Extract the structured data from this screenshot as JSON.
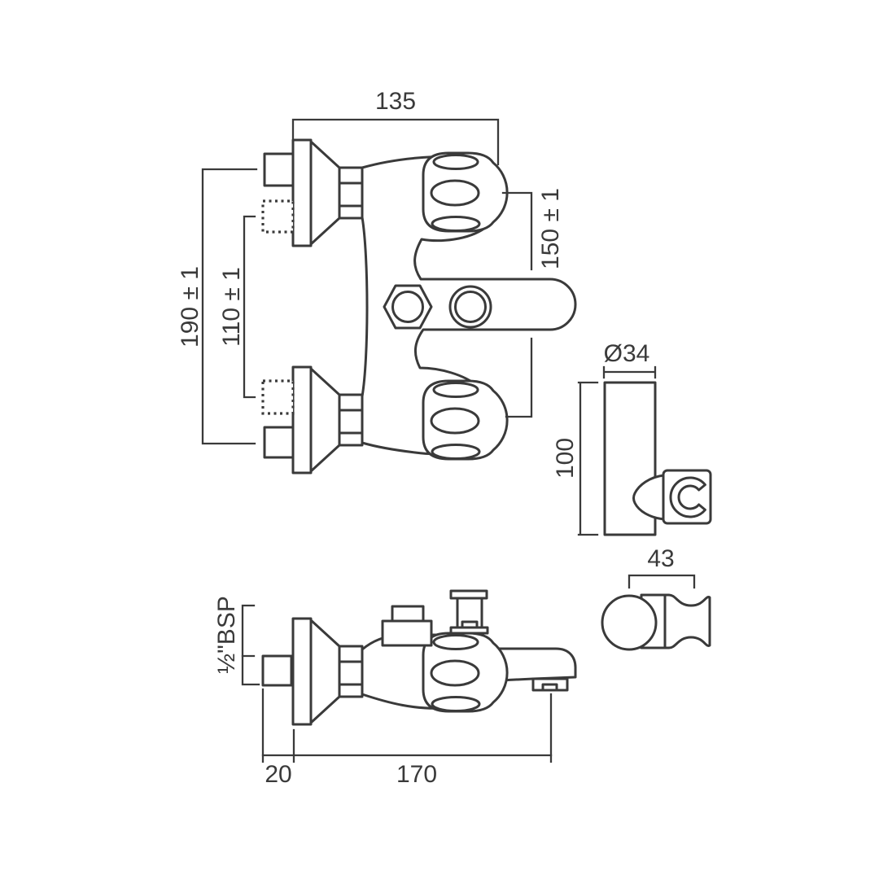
{
  "drawing": {
    "kind": "technical-dimension-drawing",
    "subject": "Wall-mounted bath shower mixer with wall bracket for handset",
    "background_color": "#ffffff",
    "line_color": "#3a3a3a",
    "views": {
      "front_view": "mixer front elevation with two handles",
      "side_view": "mixer side elevation with diverter and spout",
      "bracket_side_view": "handset wall bracket elevation",
      "bracket_top_view": "handset wall bracket plan"
    },
    "dimensions": {
      "body_width": "135",
      "handle_to_outlet_height": "150 ± 1",
      "overall_height": "190 ± 1",
      "inlet_centres_height": "110 ± 1",
      "bracket_diameter": "Ø34",
      "bracket_length": "100",
      "bracket_depth": "43",
      "inlet_thread": "½\"BSP",
      "wall_clearance": "20",
      "spout_projection": "170"
    }
  }
}
